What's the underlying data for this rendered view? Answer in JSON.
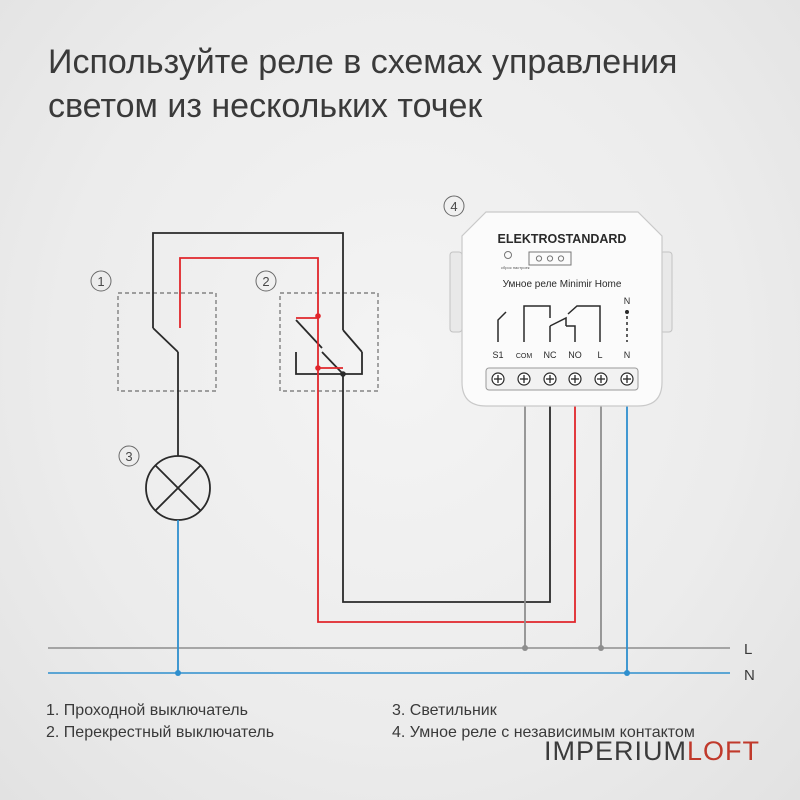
{
  "headline": {
    "line1": "Используйте реле в схемах управления",
    "line2": "светом из нескольких точек"
  },
  "markers": [
    "1",
    "2",
    "3",
    "4"
  ],
  "relay": {
    "brand": "ELEKTROSTANDARD",
    "reset_label": "сброс настроек",
    "name": "Умное реле Minimir Home",
    "neutral_mark": "N",
    "terminals": [
      "S1",
      "COM",
      "NC",
      "NO",
      "L",
      "N"
    ]
  },
  "lines": {
    "L": "L",
    "N": "N"
  },
  "legend": {
    "items": [
      "1. Проходной выключатель",
      "2. Перекрестный выключатель",
      "3. Светильник",
      "4. Умное реле с независимым контактом"
    ]
  },
  "brand": {
    "main": "IMPERIUM",
    "accent": "LOFT"
  },
  "colors": {
    "red": "#e0262b",
    "blue": "#2e8fce",
    "black": "#2a2a2a",
    "gray": "#8e8e8e"
  }
}
